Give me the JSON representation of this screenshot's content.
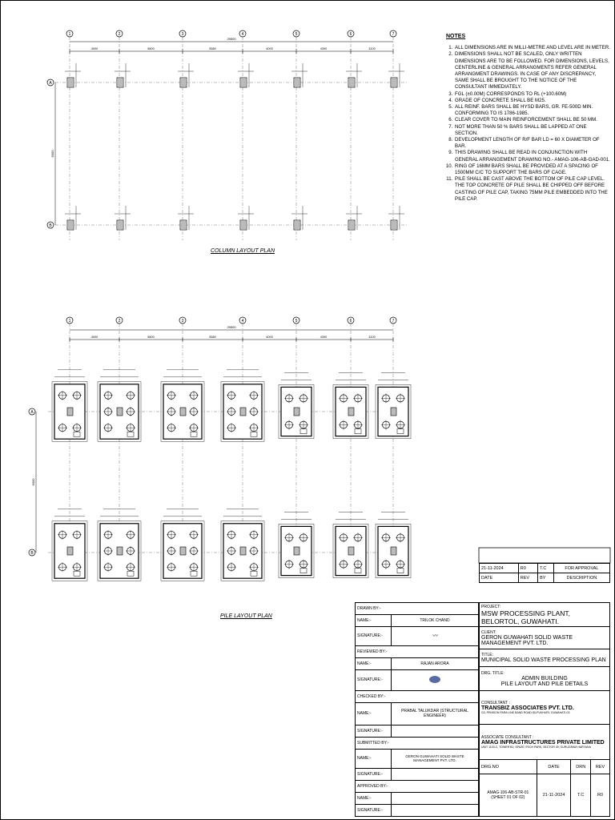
{
  "notes": {
    "title": "NOTES",
    "items": [
      "ALL DIMENSIONS ARE IN MILLI-METRE AND LEVEL ARE IN METER.",
      "DIMENSIONS SHALL NOT BE SCALED, ONLY WRITTEN DIMENSIONS ARE TO BE FOLLOWED. FOR DIMENSIONS, LEVELS, CENTERLINE & GENERAL ARRANGMENTS REFER GENERAL ARRANGMENT DRAWINGS. IN CASE OF ANY DISCREPANCY, SAME SHALL BE BROUGHT TO THE NOTICE OF THE CONSULTANT IMMEDIATELY.",
      "FGL (±0.00M) CORRESPONDS TO RL (+100.60M)",
      "GRADE OF CONCRETE SHALL BE M25.",
      "ALL REINF. BARS SHALL BE HYSD BARS, GR. FE-500D MIN. CONFORMING TO IS 1786-1985.",
      "CLEAR COVER TO MAIN REINFORCEMENT SHALL BE 50 MM.",
      "NOT MORE THAN 50 % BARS SHALL BE LAPPED AT ONE SECTION.",
      "DEVELOPMENT LENGTH OF R/F BAR LD = 60 X DIAMETER OF BAR.",
      "THIS DRAWING SHALL BE READ IN CONJUNCTION WITH GENERAL ARRANGEMENT DRAWING NO.- AMAG-106-AB-GAD-001.",
      "RING OF 16MM BARS SHALL BE PROVIDED AT A SPACING OF 1500MM C/C TO SUPPORT THE BARS OF CAGE.",
      "PILE SHALL BE CAST ABOVE THE BOTTOM OF PILE CAP LEVEL. THE TOP CONCRETE OF PILE SHALL BE CHIPPED OFF BEFORE CASTING OF PILE CAP, TAKING 75MM PILE EMBEDDED INTO THE PILE CAP."
    ]
  },
  "plans": {
    "column_title": "COLUMN LAYOUT PLAN",
    "pile_title": "PILE LAYOUT PLAN",
    "overall_dim": "29500",
    "spans": [
      "4000",
      "5800",
      "5580",
      "4000",
      "4300",
      "3100"
    ],
    "grid_numbers": [
      "1",
      "2",
      "3",
      "4",
      "5",
      "6",
      "7"
    ],
    "grid_letters": [
      "A",
      "B"
    ],
    "vertical_dim": "6000"
  },
  "revision": {
    "date": "21-11-2024",
    "rev": "R0",
    "by": "T.C",
    "description": "FOR APPROVAL",
    "headers": [
      "DATE",
      "REV",
      "BY",
      "DESCRIPTION"
    ]
  },
  "signoff": {
    "drawn_by": "DRAWN BY:-",
    "drawn_name": "TRILOK CHAND",
    "reviewed_by": "REVIEWED BY:-",
    "reviewed_name": "RAJAN ARORA",
    "checked_by": "CHECKED BY:-",
    "checked_name": "PRABAL TALUKDAR (STRUCTURAL ENGINEER)",
    "submitted_by": "SUBMITTED BY:-",
    "submitted_name": "GERON GUWAHATI SOLID WASTE MANAGEMENT PVT. LTD.",
    "approved_by": "APPROVED BY:-",
    "name_label": "NAME:-",
    "signature_label": "SIGNATURE:-"
  },
  "titleblock": {
    "project_label": "PROJECT:",
    "project": "MSW PROCESSING PLANT, BELORTOL, GUWAHATI.",
    "client_label": "CLIENT:",
    "client": "GERON GUWAHATI SOLID WASTE MANAGEMENT PVT. LTD.",
    "title_label": "TITLE:",
    "title": "MUNICIPAL SOLID WASTE PROCESSING PLAN",
    "drg_title_label": "DRG. TITLE:",
    "drg_title_1": "ADMIN BUILDING",
    "drg_title_2": "PILE LAYOUT AND PILE DETAILS",
    "consultant_label": "CONSULTANT :",
    "consultant": "TRANSBIZ ASSOCIATES PVT. LTD.",
    "consultant_addr": "G3, PENSION PARA LINE BAND ROAD,SILPUKHURI, GUWAHATI-03",
    "associate_label": "ASSOCIATE CONSULTANT :",
    "associate": "AMAG INFRASTRUCTURES PRIVATE LIMITED",
    "associate_addr": "UNIT 1103-C, TOWER B2, SPAZE ITECH PARK, SECTOR 49, GURUGRAM HARYANA",
    "drg_no_label": "DRG.NO",
    "date_label": "DATE",
    "drn_label": "DRN",
    "rev_label": "REV",
    "drg_no": "AMAG-106-AB-STR-01",
    "sheet": "(SHEET 01 OF 02)",
    "date": "21-11-2024",
    "drn": "T.C",
    "rev": "R0"
  }
}
